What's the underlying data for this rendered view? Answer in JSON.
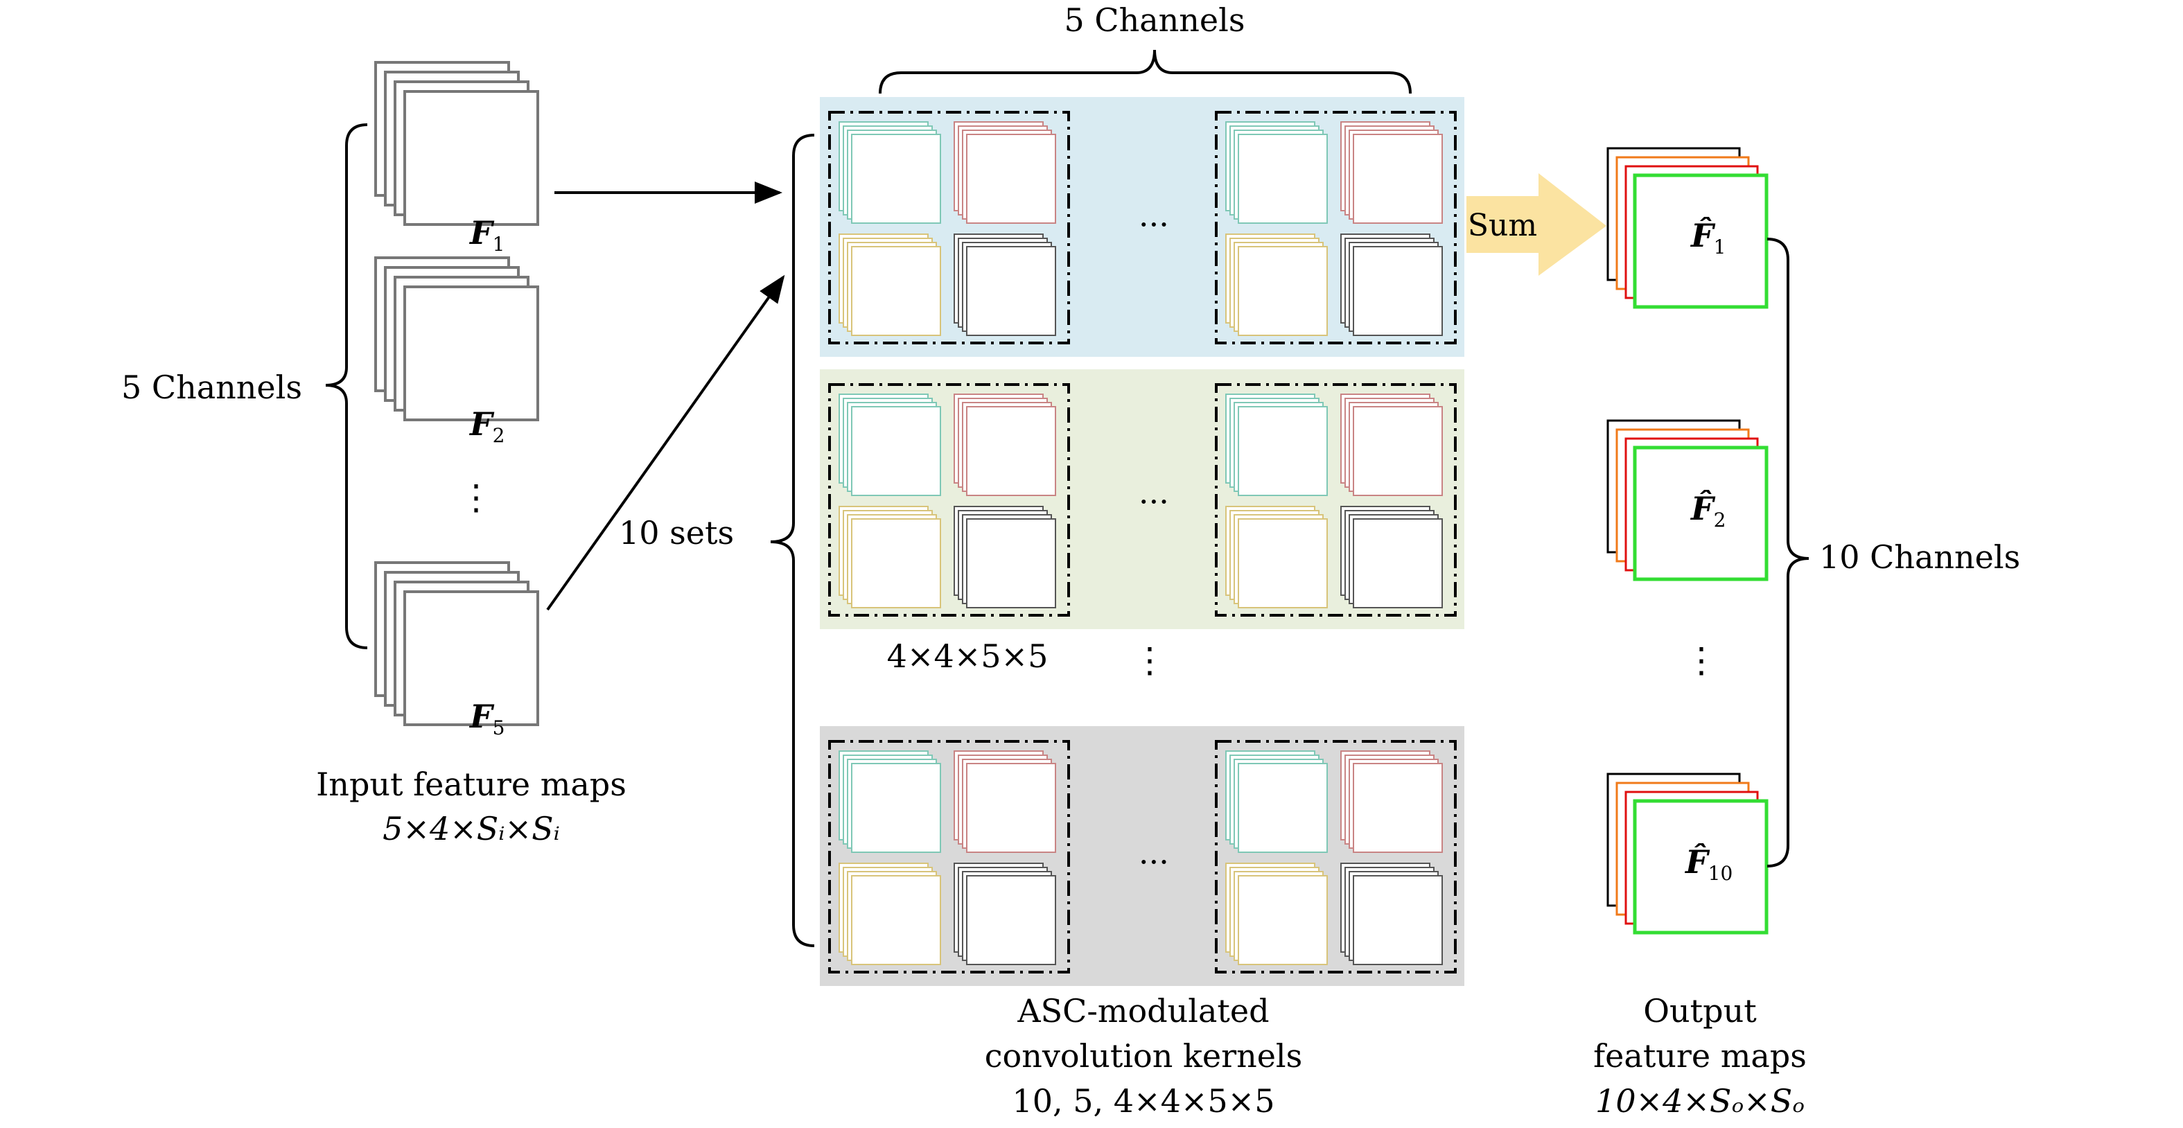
{
  "input": {
    "channels_label": "5 Channels",
    "maps": [
      {
        "symbol": "F",
        "subscript": "1"
      },
      {
        "symbol": "F",
        "subscript": "2"
      },
      {
        "symbol": "F",
        "subscript": "5"
      }
    ],
    "ellipsis": "⋮",
    "caption_line1": "Input feature maps",
    "caption_line2": "5×4×Sᵢ×Sᵢ"
  },
  "kernels": {
    "top_channels_label": "5 Channels",
    "sets_label": "10 sets",
    "panel_ellipsis": "···",
    "vertical_ellipsis": "⋮",
    "kernel_size_label": "4×4×5×5",
    "caption_line1": "ASC-modulated",
    "caption_line2": "convolution kernels",
    "caption_line3": "10, 5, 4×4×5×5",
    "panel_colors": [
      "#d9ebf2",
      "#e9efdd",
      "#d9d9d9"
    ],
    "kernel_colors": [
      "#7fc8b6",
      "#c98484",
      "#d8c47a",
      "#555555"
    ]
  },
  "sum": {
    "label": "Sum",
    "color": "#fbe3a1"
  },
  "output": {
    "maps": [
      {
        "symbol": "F̂",
        "subscript": "1"
      },
      {
        "symbol": "F̂",
        "subscript": "2"
      },
      {
        "symbol": "F̂",
        "subscript": "10"
      }
    ],
    "ellipsis": "⋮",
    "channels_label": "10 Channels",
    "caption_line1": "Output",
    "caption_line2": "feature maps",
    "caption_line3": "10×4×Sₒ×Sₒ",
    "layer_colors": [
      "#000000",
      "#f07a1a",
      "#e01010",
      "#33dd33"
    ]
  }
}
